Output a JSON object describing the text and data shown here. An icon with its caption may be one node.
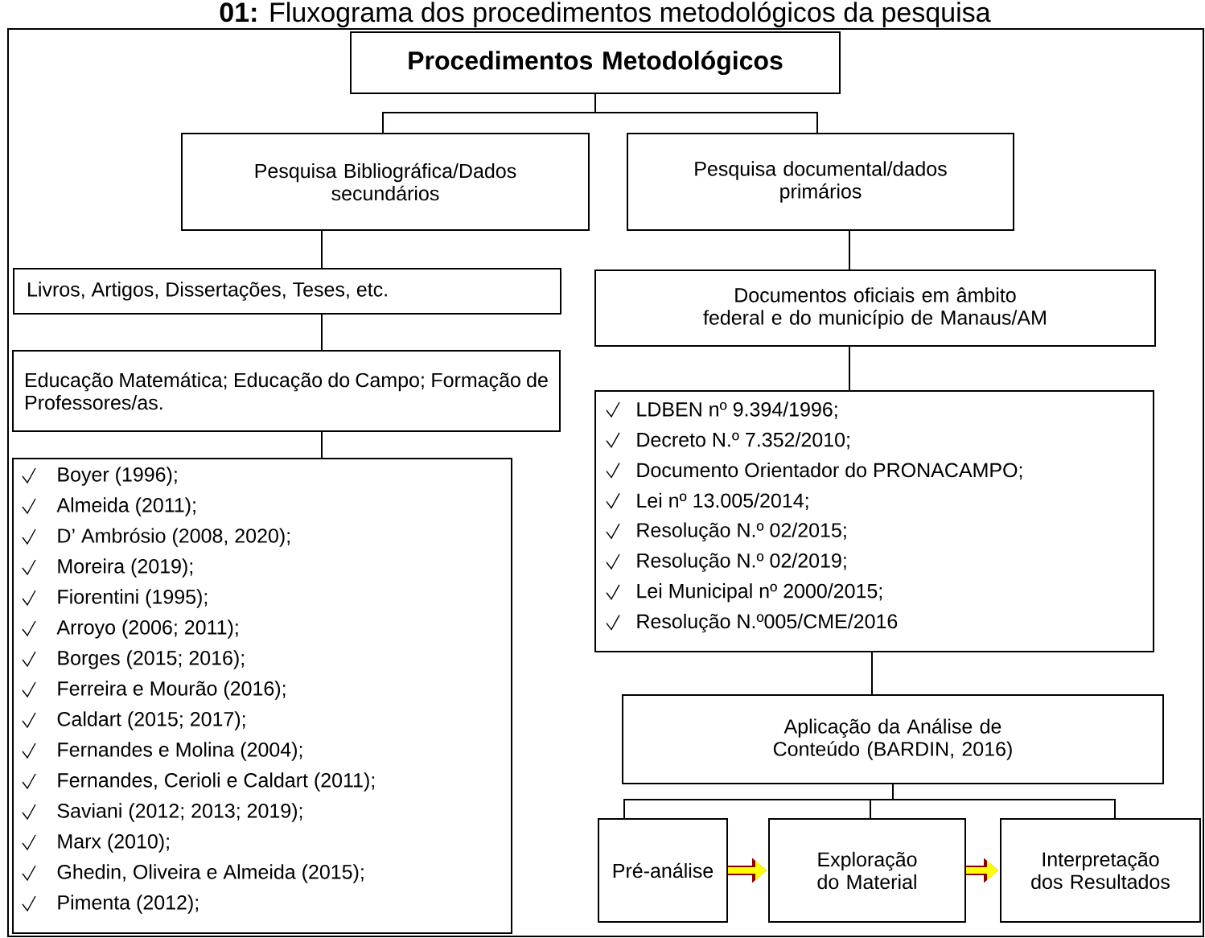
{
  "diagram": {
    "title": "**01:** Fluxograma dos procedimentos metodológicos da pesquisa",
    "nodes": [
      {
        "text": [
          "Procedimentos Metodológicos"
        ]
      },
      {
        "text": [
          "Pesquisa Bibliográfica/Dados secundários"
        ]
      },
      {
        "text": [
          "Pesquisa documental/dados primários"
        ]
      },
      {
        "text": [
          "Livros, Artigos, Dissertações, Teses, etc."
        ]
      },
      {
        "text": [
          "Educação Matemática; Educação do Campo; Formação de Professores/as."
        ]
      },
      {
        "text": [
          "Boyer (1996);",
          "Almeida (2011);",
          "D’ Ambrósio (2008, 2020);",
          "Moreira (2019);",
          "Fiorentini (1995);",
          "Arroyo (2006; 2011);",
          "Borges (2015; 2016);",
          "Ferreira e Mourão (2016);",
          "Caldart (2015; 2017);",
          "Fernandes e Molina (2004);",
          "Fernandes, Cerioli e Caldart (2011);",
          "Saviani (2012; 2013; 2019);",
          "Marx (2010);",
          "Ghedin, Oliveira e Almeida (2015);",
          "Pimenta (2012);"
        ]
      },
      {
        "text": [
          "Documentos oficiais em âmbito federal e do município de Manaus/AM"
        ]
      },
      {
        "text": [
          "LDBEN nº 9.394/1996;",
          "Decreto N.º 7.352/2010;",
          "Documento Orientador do PRONACAMPO;",
          "Lei nº 13.005/2014;",
          "Resolução N.º 02/2015;",
          "Resolução N.º 02/2019;",
          "Lei Municipal nº 2000/2015;",
          "Resolução N.º005/CME/2016"
        ]
      },
      {
        "text": [
          "Aplicação da Análise de Conteúdo (BARDIN, 2016)"
        ]
      },
      {
        "text": [
          "Pré-análise"
        ]
      },
      {
        "text": [
          "Exploração do Material"
        ]
      },
      {
        "text": [
          "Interpretação dos Resultados"
        ]
      }
    ],
    "edges": [
      {
        "from": 0,
        "to": 1,
        "arrow": "none"
      },
      {
        "from": 0,
        "to": 2,
        "arrow": "none"
      },
      {
        "from": 1,
        "to": 3,
        "arrow": "none"
      },
      {
        "from": 3,
        "to": 4,
        "arrow": "none"
      },
      {
        "from": 4,
        "to": 5,
        "arrow": "none"
      },
      {
        "from": 2,
        "to": 6,
        "arrow": "none"
      },
      {
        "from": 6,
        "to": 7,
        "arrow": "none"
      },
      {
        "from": 7,
        "to": 8,
        "arrow": "none"
      },
      {
        "from": 8,
        "to": 9,
        "arrow": "none"
      },
      {
        "from": 8,
        "to": 10,
        "arrow": "none"
      },
      {
        "from": 8,
        "to": 11,
        "arrow": "none"
      },
      {
        "from": 9,
        "to": 10,
        "arrow": "to",
        "style": "thick",
        "color": "#ffff00"
      },
      {
        "from": 10,
        "to": 11,
        "arrow": "to",
        "style": "thick",
        "color": "#ffff00"
      }
    ]
  }
}
